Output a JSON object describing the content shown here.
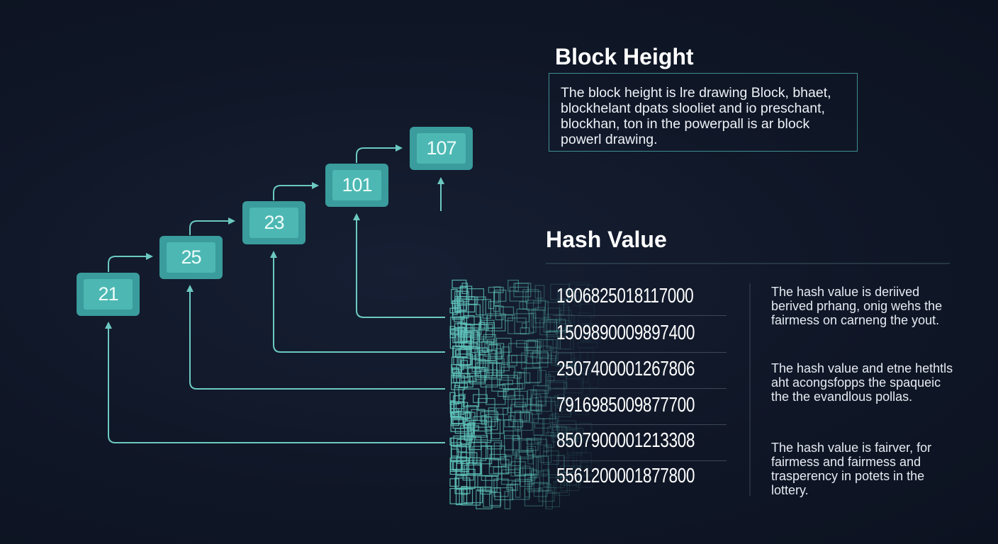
{
  "blocks": [
    "21",
    "25",
    "23",
    "101",
    "107"
  ],
  "block_height": {
    "title": "Block Height",
    "description": "The block height is lre drawing Block, bhaet, blockhelant dpats slooliet and io preschant, blockhan, ton in the powerpall is ar block powerl drawing."
  },
  "hash_value": {
    "title": "Hash Value",
    "hashes": [
      "1906825018117000",
      "1509890009897400",
      "2507400001267806",
      "7916985009877700",
      "8507900001213308",
      "5561200001877800"
    ],
    "descriptions": [
      "The hash value is deriived berived prhang, onig wehs the fairmess on carneng the yout.",
      "The hash value and etne hethtls aht acongsfopps the spaqueic the the evandlous pollas.",
      "The hash value is fairver, for fairmess and fairmess and trasperency in potets in the lottery."
    ]
  },
  "colors": {
    "accent": "#4db8b3",
    "block_outer": "#3a9c9c",
    "wire": "#6cc9c2",
    "background": "#111827"
  }
}
